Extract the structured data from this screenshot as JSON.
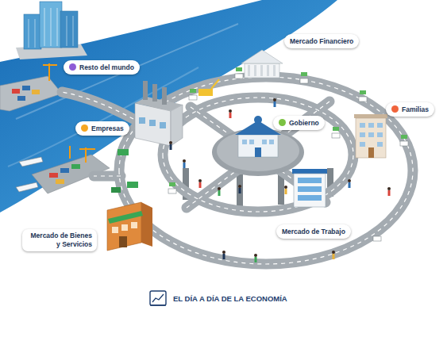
{
  "diagram": {
    "title": "EL DÍA A DÍA DE LA ECONOMÍA",
    "nodes": [
      {
        "text": [
          "Mercado Financiero"
        ]
      },
      {
        "text": [
          "Resto del mundo"
        ]
      },
      {
        "text": [
          "Familias"
        ]
      },
      {
        "text": [
          "Gobierno"
        ]
      },
      {
        "text": [
          "Empresas"
        ]
      },
      {
        "text": [
          "Mercado de Bienes y Servicios"
        ]
      },
      {
        "text": [
          "Mercado de Trabajo"
        ]
      }
    ]
  }
}
